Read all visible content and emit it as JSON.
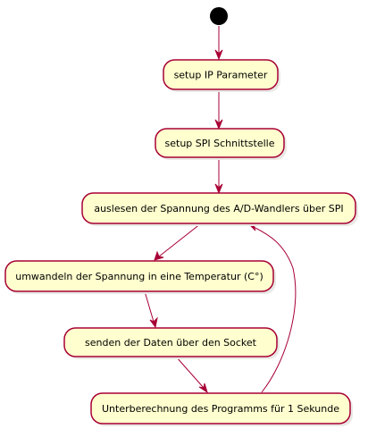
{
  "colors": {
    "node_fill": "#FEFECE",
    "node_border": "#A80036",
    "arrow": "#A80036",
    "start": "#000000",
    "background": "#FFFFFF"
  },
  "diagram": {
    "type": "activity",
    "start": true,
    "nodes": [
      {
        "id": "n1",
        "label": "setup IP Parameter"
      },
      {
        "id": "n2",
        "label": "setup SPI Schnittstelle"
      },
      {
        "id": "n3",
        "label": "auslesen der Spannung des A/D-Wandlers über SPI"
      },
      {
        "id": "n4",
        "label": "umwandeln der Spannung in eine Temperatur (C°)"
      },
      {
        "id": "n5",
        "label": "senden der Daten über den Socket"
      },
      {
        "id": "n6",
        "label": "Unterberechnung des Programms für 1 Sekunde"
      }
    ],
    "edges": [
      {
        "from": "start",
        "to": "n1"
      },
      {
        "from": "n1",
        "to": "n2"
      },
      {
        "from": "n2",
        "to": "n3"
      },
      {
        "from": "n3",
        "to": "n4"
      },
      {
        "from": "n4",
        "to": "n5"
      },
      {
        "from": "n5",
        "to": "n6"
      },
      {
        "from": "n6",
        "to": "n3"
      }
    ]
  }
}
